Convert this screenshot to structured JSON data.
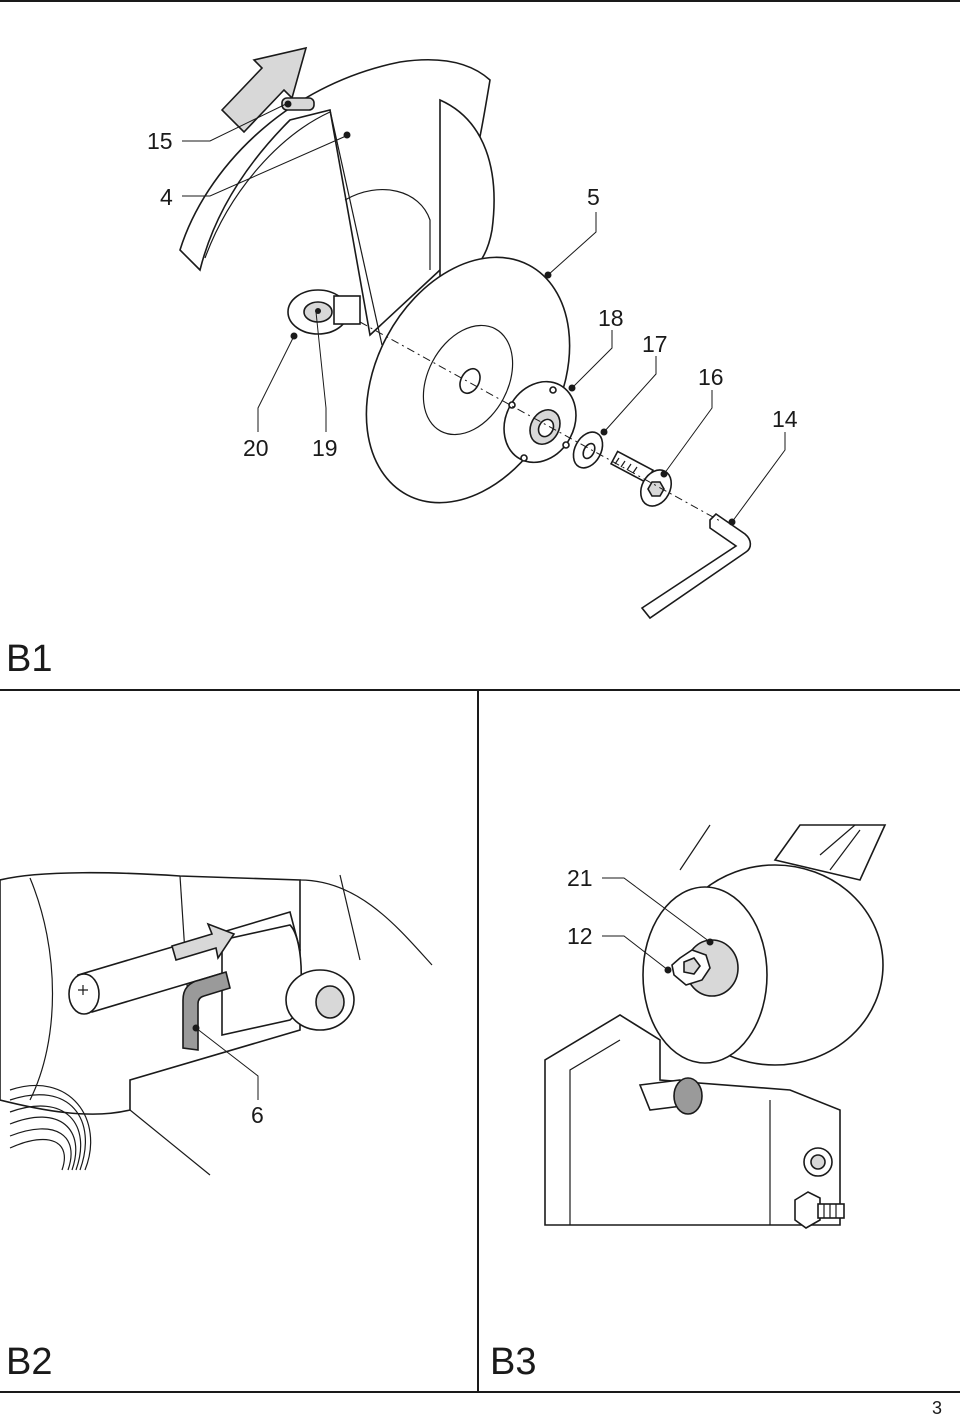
{
  "figures": {
    "b1": {
      "label": "B1",
      "callouts": {
        "c15": "15",
        "c4": "4",
        "c5": "5",
        "c18": "18",
        "c17": "17",
        "c16": "16",
        "c14": "14",
        "c20": "20",
        "c19": "19"
      }
    },
    "b2": {
      "label": "B2",
      "callouts": {
        "c6": "6"
      }
    },
    "b3": {
      "label": "B3",
      "callouts": {
        "c21": "21",
        "c12": "12"
      }
    }
  },
  "page_number": "3",
  "colors": {
    "line": "#1a1a1a",
    "light_fill": "#d8d8d8",
    "dark_fill": "#9a9a9a"
  }
}
